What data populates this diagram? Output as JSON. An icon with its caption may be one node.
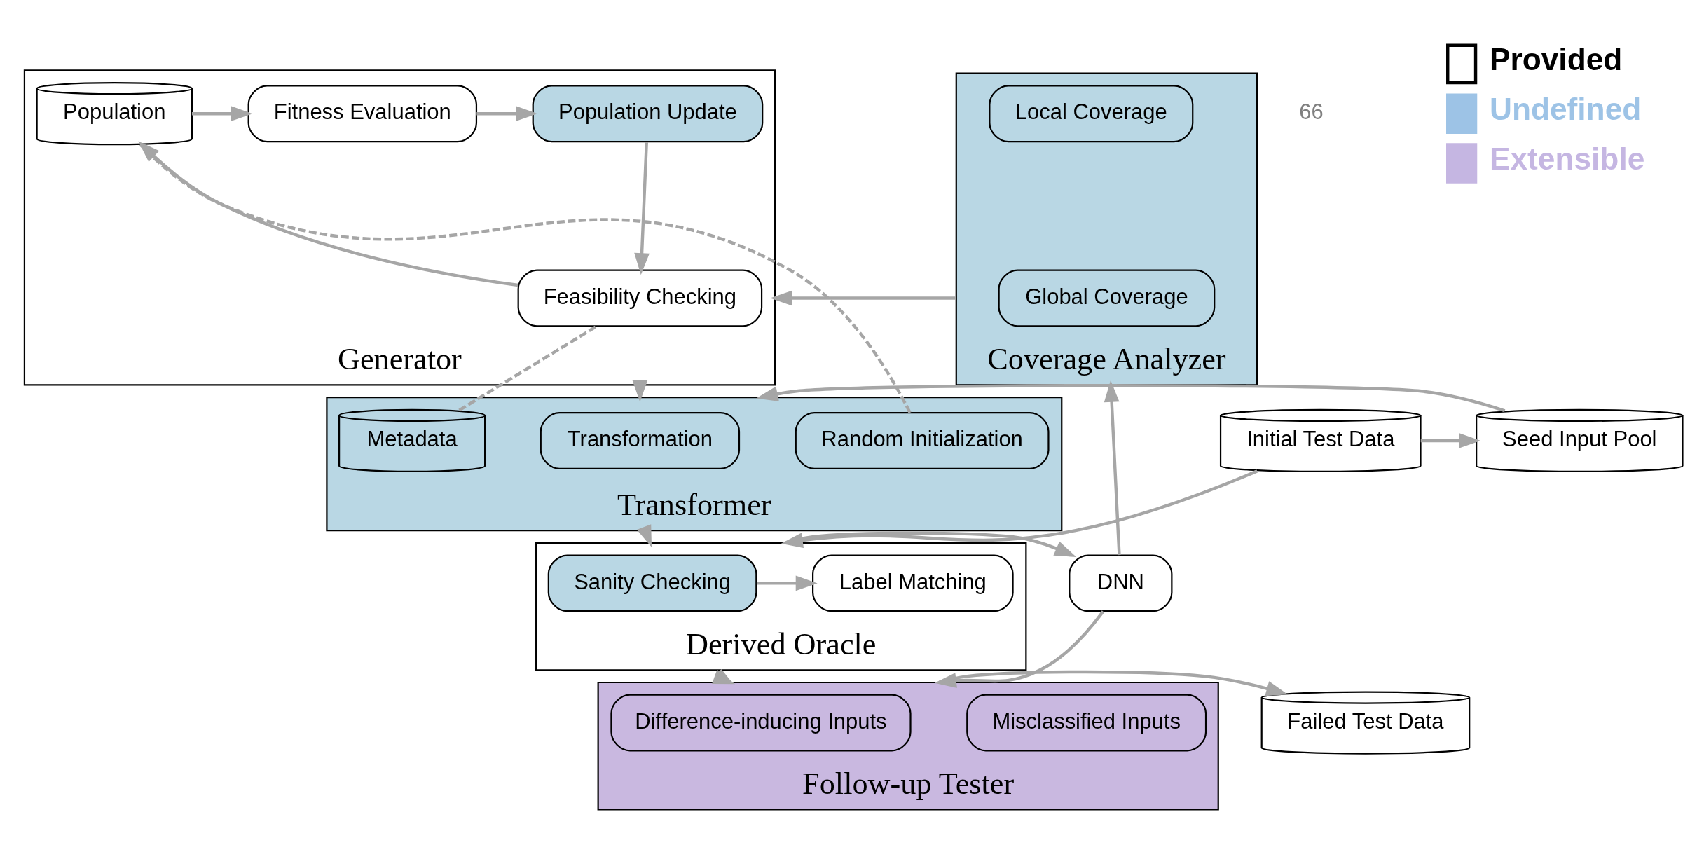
{
  "diagram": {
    "nodes": [
      {
        "text": [
          "Generator"
        ]
      },
      {
        "text": [
          "Population"
        ],
        "in": 0
      },
      {
        "text": [
          "Fitness Evaluation"
        ],
        "in": 0
      },
      {
        "text": [
          "Population Update"
        ],
        "in": 0
      },
      {
        "text": [
          "Feasibility Checking"
        ],
        "in": 0
      },
      {
        "text": [
          "Transformer"
        ]
      },
      {
        "text": [
          "Random Initialization"
        ],
        "in": 5
      },
      {
        "text": [
          "Transformation"
        ],
        "in": 5
      },
      {
        "text": [
          "Metadata"
        ],
        "in": 5
      },
      {
        "text": [
          "Coverage Analyzer"
        ]
      },
      {
        "text": [
          "Local Coverage"
        ],
        "in": 9
      },
      {
        "text": [
          "Global Coverage"
        ],
        "in": 9
      },
      {
        "text": [
          "Initial Test Data"
        ]
      },
      {
        "text": [
          "Seed Input Pool"
        ]
      },
      {
        "text": [
          "Derived Oracle"
        ]
      },
      {
        "text": [
          "Sanity Checking"
        ],
        "in": 14
      },
      {
        "text": [
          "Label Matching"
        ],
        "in": 14
      },
      {
        "text": [
          "DNN"
        ]
      },
      {
        "text": [
          "Follow-up Tester"
        ]
      },
      {
        "text": [
          "Misclassified Inputs"
        ],
        "in": 18
      },
      {
        "text": [
          "Difference-inducing Inputs"
        ],
        "in": 18
      },
      {
        "text": [
          "Failed Test Data"
        ]
      }
    ],
    "edges": [
      {
        "from": 1,
        "to": 2,
        "arrow": "to"
      },
      {
        "from": 2,
        "to": 3,
        "arrow": "to"
      },
      {
        "from": 3,
        "to": 4,
        "arrow": "to"
      },
      {
        "from": 4,
        "to": 1,
        "arrow": "to"
      },
      {
        "from": 6,
        "to": 1,
        "arrow": "none",
        "style": "dashed"
      },
      {
        "from": 8,
        "to": 4,
        "arrow": "none",
        "style": "dashed"
      },
      {
        "from": 0,
        "to": 5,
        "arrow": "to"
      },
      {
        "from": 12,
        "to": 13,
        "arrow": "to"
      },
      {
        "from": 13,
        "to": 5,
        "arrow": "to"
      },
      {
        "from": 5,
        "to": 14,
        "arrow": "to"
      },
      {
        "from": 12,
        "to": 14,
        "arrow": "to"
      },
      {
        "from": 15,
        "to": 16,
        "arrow": "to"
      },
      {
        "from": 14,
        "to": 17,
        "arrow": "to"
      },
      {
        "from": 17,
        "to": 9,
        "arrow": "to"
      },
      {
        "from": 9,
        "to": 0,
        "arrow": "to"
      },
      {
        "from": 14,
        "to": 18,
        "arrow": "to"
      },
      {
        "from": 17,
        "to": 18,
        "arrow": "to"
      },
      {
        "from": 18,
        "to": 21,
        "arrow": "to"
      }
    ],
    "labels": [
      "66"
    ],
    "legend": [
      {
        "text": "Provided"
      },
      {
        "text": "Undefined",
        "color": "#9dc3e6"
      },
      {
        "text": "Extensible",
        "color": "#c5b6e2"
      }
    ]
  }
}
